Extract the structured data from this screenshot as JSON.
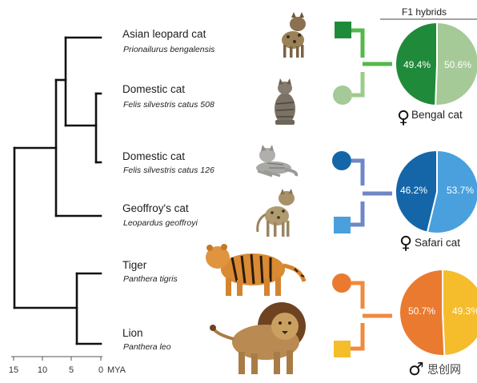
{
  "header": {
    "f1_hybrids": "F1 hybrids"
  },
  "species": [
    {
      "common": "Asian leopard cat",
      "latin": "Prionailurus bengalensis"
    },
    {
      "common": "Domestic cat",
      "latin": "Felis silvestris catus 508"
    },
    {
      "common": "Domestic cat",
      "latin": "Felis silvestris catus 126"
    },
    {
      "common": "Geoffroy's cat",
      "latin": "Leopardus geoffroyi"
    },
    {
      "common": "Tiger",
      "latin": "Panthera tigris"
    },
    {
      "common": "Lion",
      "latin": "Panthera leo"
    }
  ],
  "axis": {
    "ticks": [
      "15",
      "10",
      "5",
      "0"
    ],
    "unit": "MYA"
  },
  "hybrids": [
    {
      "label": "Bengal cat",
      "sex_symbol": "♀",
      "left_pct": "49.4%",
      "right_pct": "50.6%",
      "left_value": 49.4,
      "right_value": 50.6,
      "color_left": "#1f8a3a",
      "color_right": "#a6c998"
    },
    {
      "label": "Safari cat",
      "sex_symbol": "♀",
      "left_pct": "46.2%",
      "right_pct": "53.7%",
      "left_value": 46.2,
      "right_value": 53.7,
      "color_left": "#1466a8",
      "color_right": "#4aa0dc"
    },
    {
      "label": "",
      "sex_symbol": "♂",
      "left_pct": "50.7%",
      "right_pct": "49.3%",
      "left_value": 50.7,
      "right_value": 49.3,
      "color_left": "#ea7a30",
      "color_right": "#f5bc2c"
    }
  ],
  "pedigree_colors": [
    "#55b84a",
    "#6f87c4",
    "#f08a3c"
  ],
  "icons": {
    "male_parent": "square-icon",
    "female_parent": "circle-icon",
    "female_symbol": "female-symbol-icon",
    "male_symbol": "male-symbol-icon"
  },
  "watermark": "思创网"
}
